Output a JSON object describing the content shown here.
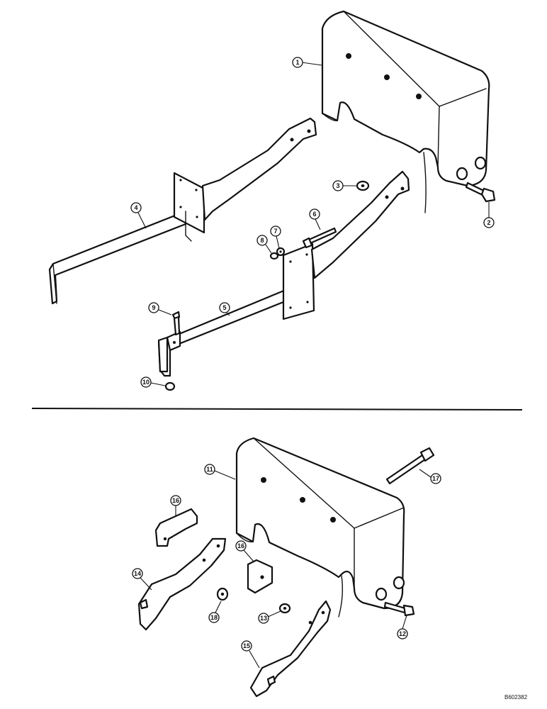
{
  "callouts": {
    "c1": "1",
    "c2": "2",
    "c3": "3",
    "c4": "4",
    "c5": "5",
    "c6": "6",
    "c7": "7",
    "c8": "8",
    "c9": "9",
    "c10": "10",
    "c11": "11",
    "c12": "12",
    "c13": "13",
    "c14": "14",
    "c15": "15",
    "c16a": "16",
    "c16b": "16",
    "c17": "17",
    "c18": "18"
  },
  "drawing_number": "B602382"
}
